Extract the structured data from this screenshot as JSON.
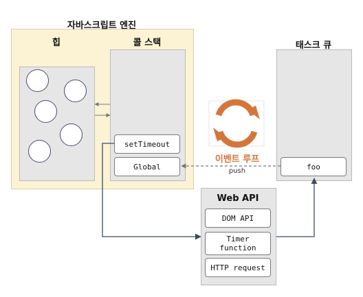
{
  "engine": {
    "title": "자바스크립트 엔진"
  },
  "heap": {
    "title": "힙"
  },
  "call_stack": {
    "title": "콜 스택",
    "items": [
      "setTimeout",
      "Global"
    ]
  },
  "task_queue": {
    "title": "태스크 큐",
    "items": [
      "foo"
    ]
  },
  "event_loop": {
    "label": "이벤트 루프",
    "push_label": "push"
  },
  "web_api": {
    "title": "Web API",
    "items": [
      "DOM API",
      "Timer\nfunction",
      "HTTP request"
    ]
  },
  "colors": {
    "engine_bg": "#fbf3d3",
    "panel_bg": "#e6e6e6",
    "accent": "#d4763b",
    "arrow": "#3b4a6b"
  }
}
